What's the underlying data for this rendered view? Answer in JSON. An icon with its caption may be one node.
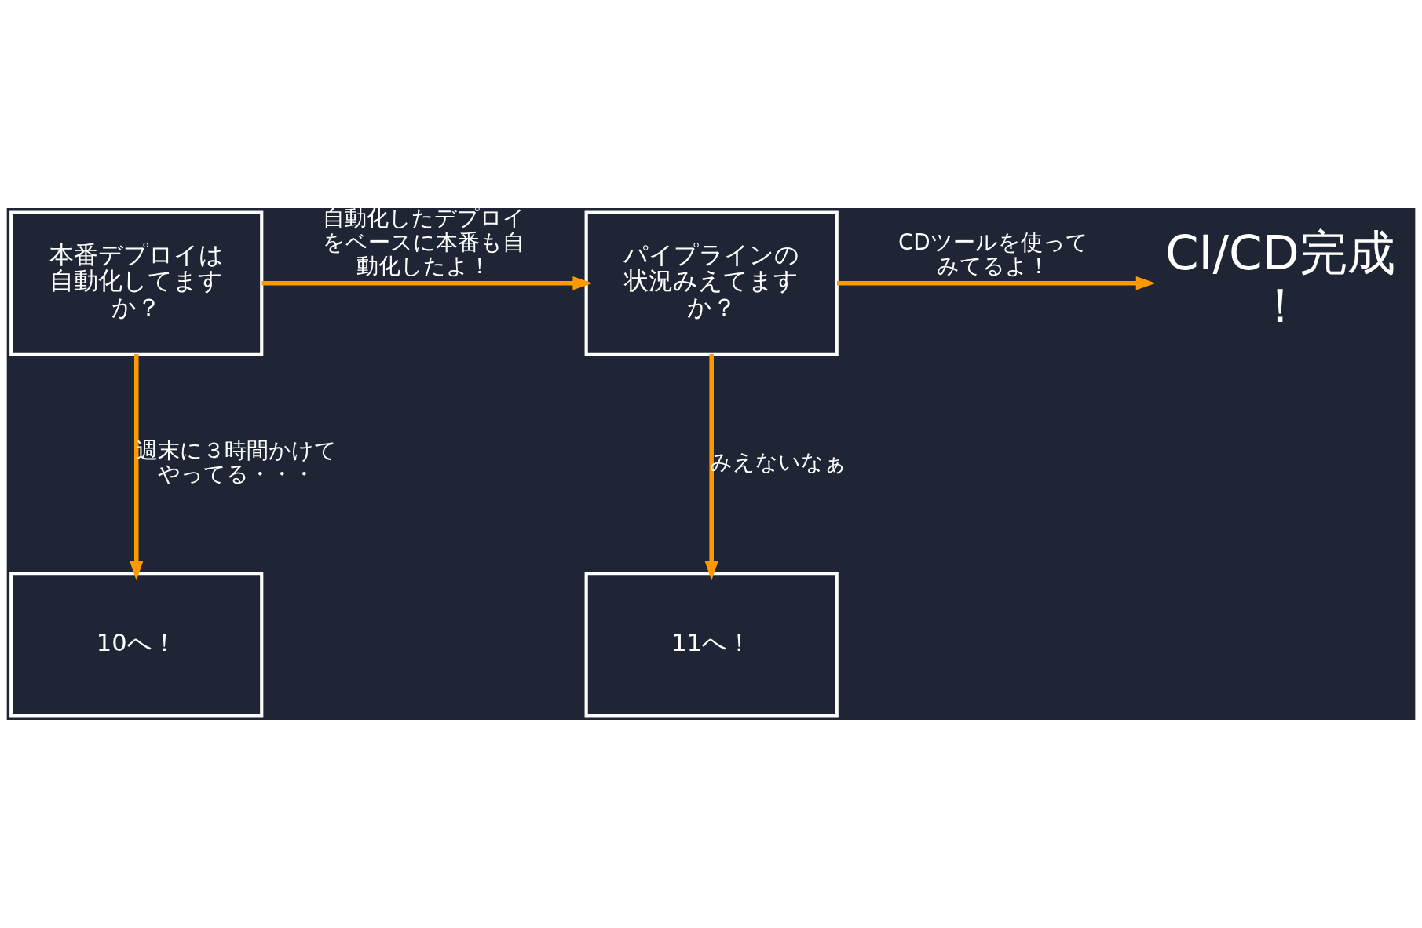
{
  "diagram": {
    "nodes": [
      {
        "text": [
          "本番デプロイは自動化してますか？"
        ]
      },
      {
        "text": [
          "パイプラインの状況みえてますか？"
        ]
      },
      {
        "text": [
          "CI/CD完成！"
        ]
      },
      {
        "text": [
          "10へ！"
        ]
      },
      {
        "text": [
          "11へ！"
        ]
      }
    ],
    "edges": [
      {
        "from": 0,
        "to": 1,
        "arrow": "to",
        "label": "自動化したデプロイをベースに本番も自動化したよ！"
      },
      {
        "from": 1,
        "to": 2,
        "arrow": "to",
        "label": "CDツールを使ってみてるよ！"
      },
      {
        "from": 0,
        "to": 3,
        "arrow": "to",
        "label": "週末に３時間かけてやってる・・・"
      },
      {
        "from": 1,
        "to": 4,
        "arrow": "to",
        "label": "みえないなぁ"
      }
    ]
  }
}
